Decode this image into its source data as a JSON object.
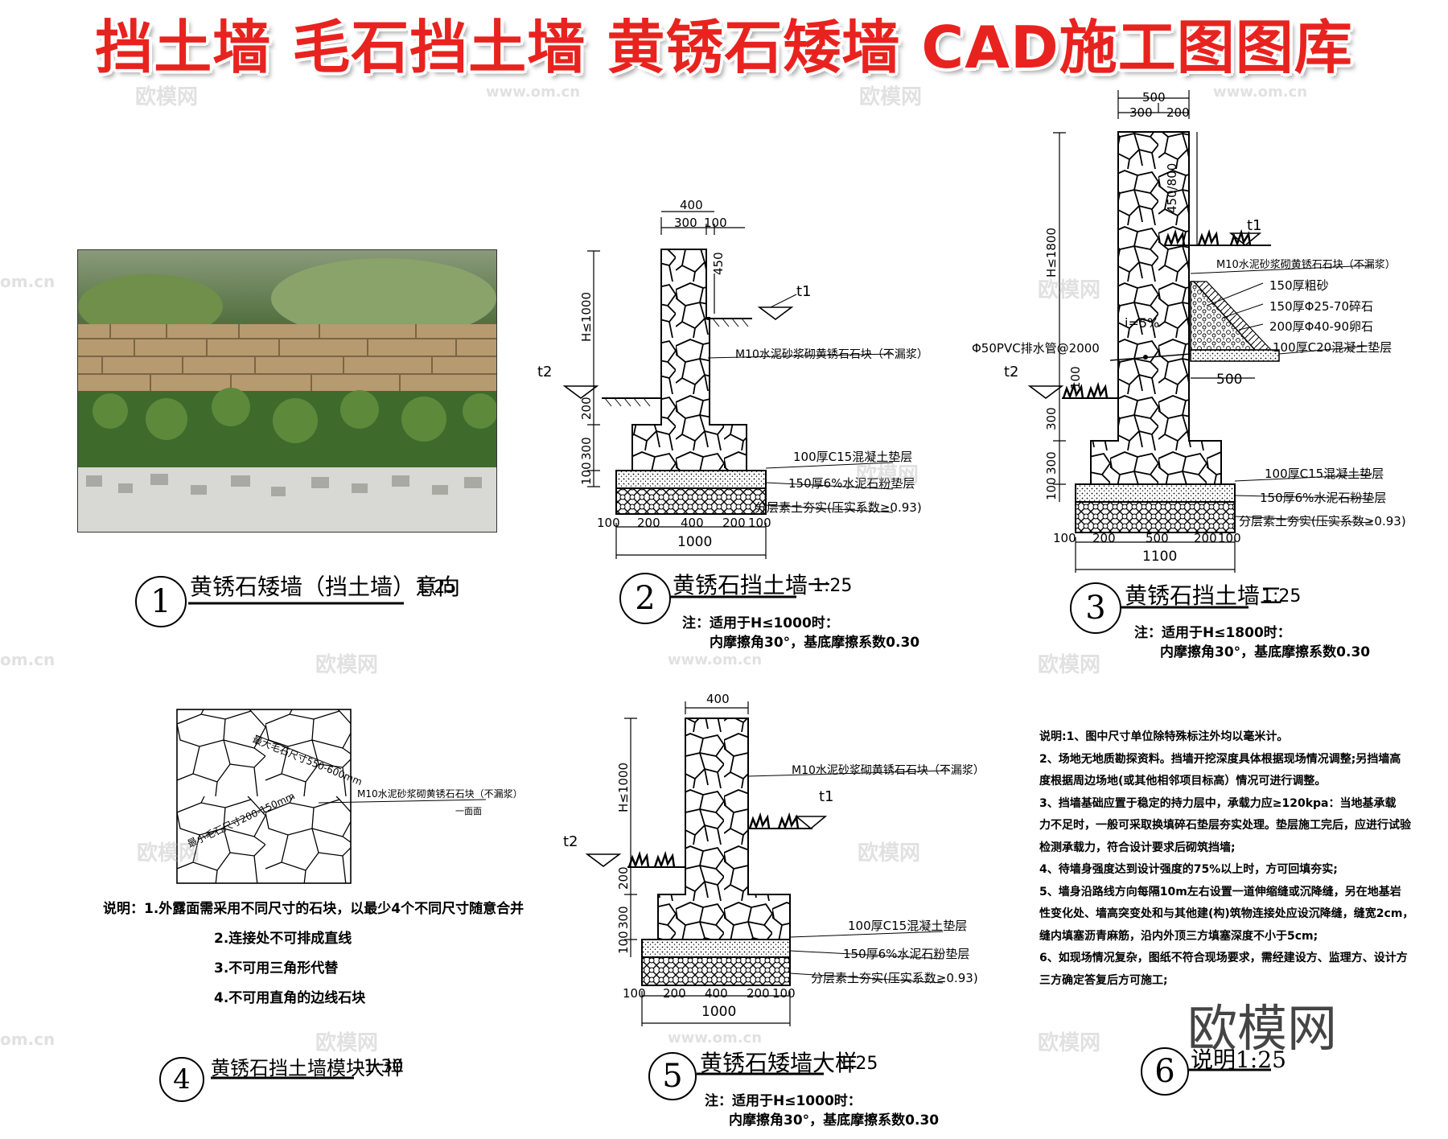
{
  "title": "挡土墙 毛石挡土墙 黄锈石矮墙 CAD施工图图库",
  "watermarks": {
    "brand": "欧模网",
    "url": "www.om.cn",
    "short": "om.cn"
  },
  "logo": "欧模网",
  "panels": {
    "p1": {
      "num": "1",
      "caption": "黄锈石矮墙（挡土墙）意向",
      "scale": "1:25"
    },
    "p2": {
      "num": "2",
      "caption": "黄锈石挡土墙一",
      "scale": "1:25",
      "note1": "注：适用于H≤1000时：",
      "note2": "内摩擦角30°，基底摩擦系数0.30",
      "labels": {
        "mortar": "M10水泥砂浆砌黄锈石石块（不漏浆）",
        "c15": "100厚C15混凝土垫层",
        "gravel": "150厚6%水泥石粉垫层",
        "soil": "分层素土夯实(压实系数≥0.93)",
        "t1": "t1",
        "t2": "t2"
      },
      "dims": {
        "top": "400",
        "a": "300",
        "b": "100",
        "h450": "450",
        "h": "H≤1000",
        "d200": "200",
        "d300": "300",
        "d100": "100",
        "b100l": "100",
        "b200l": "200",
        "b400": "400",
        "b200r": "200",
        "b100r": "100",
        "total": "1000"
      }
    },
    "p3": {
      "num": "3",
      "caption": "黄锈石挡土墙二",
      "scale": "1:25",
      "note1": "注：适用于H≤1800时：",
      "note2": "内摩擦角30°，基底摩擦系数0.30",
      "labels": {
        "mortar": "M10水泥砂浆砌黄锈石石块（不漏浆）",
        "sand": "150厚粗砂",
        "g1": "150厚Φ25-70碎石",
        "g2": "200厚Φ40-90卵石",
        "c20": "100厚C20混凝土垫层",
        "pipe": "Φ50PVC排水管@2000",
        "slope": "i=5%",
        "c15": "100厚C15混凝土垫层",
        "gravel": "150厚6%水泥石粉垫层",
        "soil": "分层素土夯实(压实系数≥0.93)",
        "t1": "t1",
        "t2": "t2"
      },
      "dims": {
        "top": "500",
        "a": "300",
        "b": "200",
        "h450": "450/800",
        "h": "H≤1800",
        "w500": "500",
        "d100a": "100",
        "d300a": "300",
        "d300b": "300",
        "d100": "100",
        "b100l": "100",
        "b200l": "200",
        "b500": "500",
        "b200r": "200",
        "b100r": "100",
        "total": "1100"
      }
    },
    "p4": {
      "num": "4",
      "caption": "黄锈石挡土墙模块大样",
      "scale": "1:30",
      "labels": {
        "mortar": "M10水泥砂浆砌黄锈石石块（不漏浆）",
        "face": "一面面",
        "max": "最大毛石尺寸550-600mm",
        "min": "最小毛石尺寸200-150mm"
      },
      "rules": [
        "说明：1.外露面需采用不同尺寸的石块，以最少4个不同尺寸随意合并",
        "2.连接处不可排成直线",
        "3.不可用三角形代替",
        "4.不可用直角的边线石块"
      ]
    },
    "p5": {
      "num": "5",
      "caption": "黄锈石矮墙大样",
      "scale": "1:25",
      "note1": "注：适用于H≤1000时：",
      "note2": "内摩擦角30°，基底摩擦系数0.30",
      "labels": {
        "mortar": "M10水泥砂浆砌黄锈石石块（不漏浆）",
        "c15": "100厚C15混凝土垫层",
        "gravel": "150厚6%水泥石粉垫层",
        "soil": "分层素土夯实(压实系数≥0.93)",
        "t1": "t1",
        "t2": "t2"
      },
      "dims": {
        "top": "400",
        "h": "H≤1000",
        "d200": "200",
        "d300": "300",
        "d100": "100",
        "b100l": "100",
        "b200l": "200",
        "b400": "400",
        "b200r": "200",
        "b100r": "100",
        "total": "1000"
      }
    },
    "p6": {
      "num": "6",
      "caption": "说明1:25",
      "lines": [
        "说明:1、图中尺寸单位除特殊标注外均以毫米计。",
        "2、场地无地质勘探资料。挡墙开挖深度具体根据现场情况调整;另挡墙高",
        "度根据周边场地(或其他相邻项目标高）情况可进行调整。",
        "3、挡墙基础应置于稳定的持力层中，承载力应≥120kpa：当地基承载",
        "力不足时，一般可采取换填碎石垫层夯实处理。垫层施工完后，应进行试验",
        "检测承载力，符合设计要求后砌筑挡墙;",
        "4、待墙身强度达到设计强度的75%以上时，方可回填夯实;",
        "5、墙身沿路线方向每隔10m左右设置一道伸缩缝或沉降缝，另在地基岩",
        "性变化处、墙高突变处和与其他建(构)筑物连接处应设沉降缝，缝宽2cm，",
        "缝内填塞沥青麻筋，沿内外顶三方填塞深度不小于5cm;",
        "6、如现场情况复杂，图纸不符合现场要求，需经建设方、监理方、设计方",
        "三方确定答复后方可施工;"
      ]
    }
  }
}
